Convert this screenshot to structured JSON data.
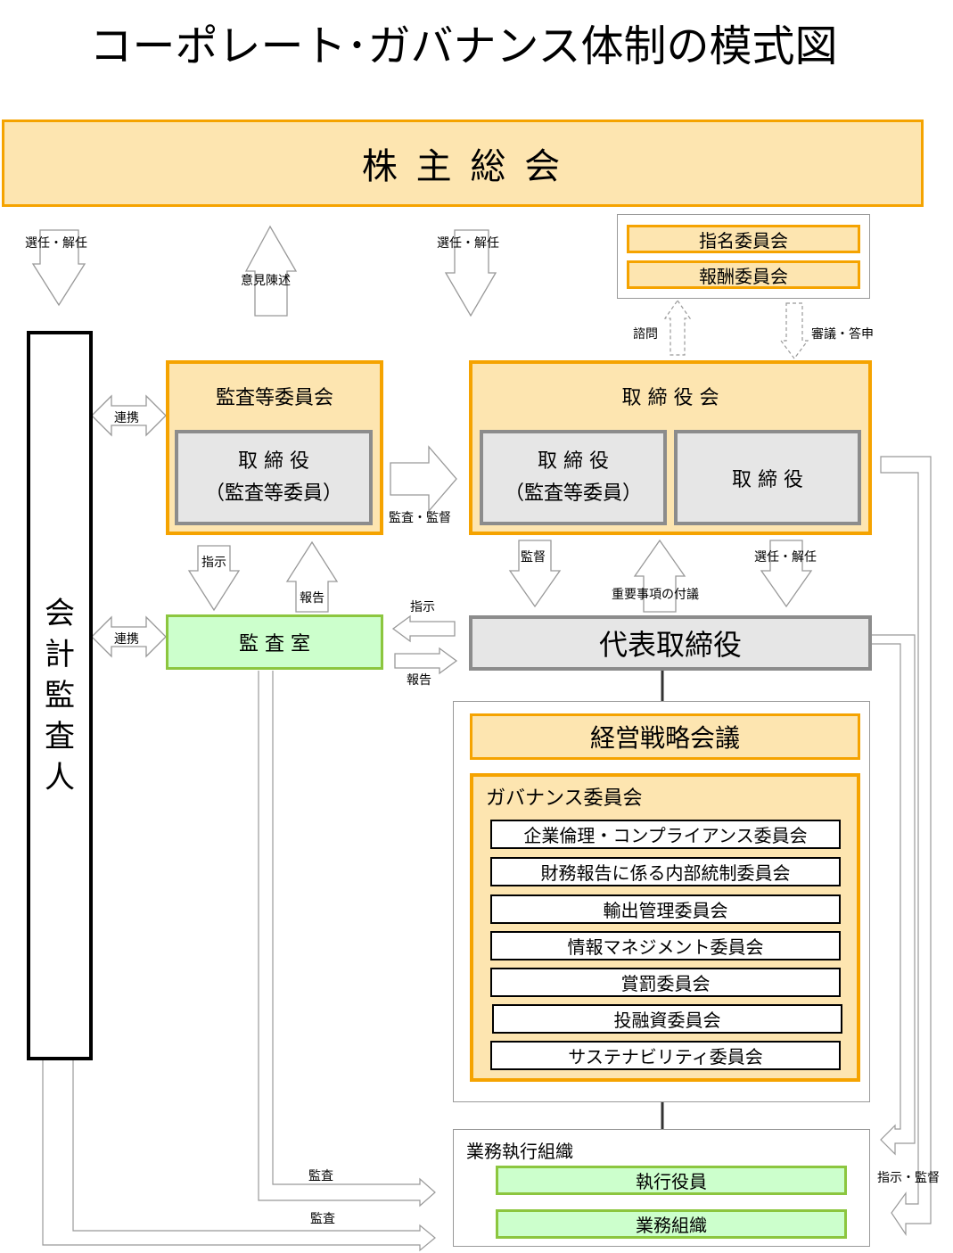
{
  "title": "コーポレート･ガバナンス体制の模式図",
  "shareholders": "株 主 総 会",
  "nomination": "指名委員会",
  "remuneration": "報酬委員会",
  "auditor_ext": [
    "会",
    "計",
    "監",
    "査",
    "人"
  ],
  "audit_committee": {
    "title": "監査等委員会",
    "member_line1": "取 締 役",
    "member_line2": "（監査等委員）"
  },
  "board": {
    "title": "取 締 役 会",
    "member_a_line1": "取 締 役",
    "member_a_line2": "（監査等委員）",
    "member_b": "取 締 役"
  },
  "audit_office": "監 査 室",
  "ceo": "代表取締役",
  "strategy": "経営戦略会議",
  "governance": {
    "title": "ガバナンス委員会",
    "items": [
      "企業倫理・コンプライアンス委員会",
      "財務報告に係る内部統制委員会",
      "輸出管理委員会",
      "情報マネジメント委員会",
      "賞罰委員会",
      "投融資委員会",
      "サステナビリティ委員会"
    ]
  },
  "execution": {
    "title": "業務執行組織",
    "officers": "執行役員",
    "org": "業務組織"
  },
  "labels": {
    "elect_left": "選任・解任",
    "opinion": "意見陳述",
    "elect_mid": "選任・解任",
    "consult": "諮問",
    "report_answer": "審議・答申",
    "coop1": "連携",
    "coop2": "連携",
    "audit_supervise": "監査・監督",
    "instruct1": "指示",
    "report1": "報告",
    "supervise": "監督",
    "important_matters": "重要事項の付議",
    "elect_right": "選任・解任",
    "instruct2": "指示",
    "report2": "報告",
    "audit1": "監査",
    "audit2": "監査",
    "instruct_supervise": "指示・監督"
  }
}
